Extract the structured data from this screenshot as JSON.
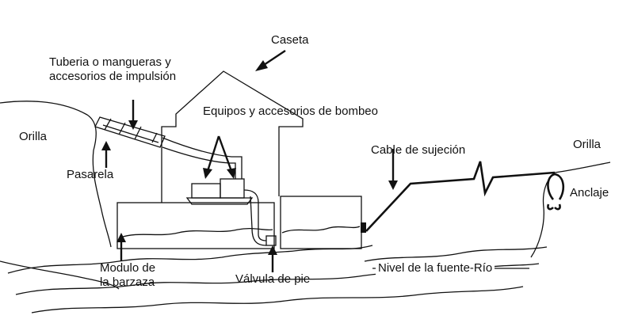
{
  "labels": {
    "caseta": "Caseta",
    "tuberia_line1": "Tuberia o mangueras y",
    "tuberia_line2": "accesorios de impulsión",
    "equipos": "Equipos y accesorios de bombeo",
    "orilla_left": "Orilla",
    "orilla_right": "Orilla",
    "pasarela": "Pasarela",
    "cable": "Cable de sujeción",
    "anclaje": "Anclaje",
    "modulo_line1": "Modulo de",
    "modulo_line2": "la barzaza",
    "valvula": "Válvula de pie",
    "nivel": "Nivel de la fuente-Río"
  },
  "colors": {
    "ink": "#111111",
    "background": "#ffffff"
  }
}
